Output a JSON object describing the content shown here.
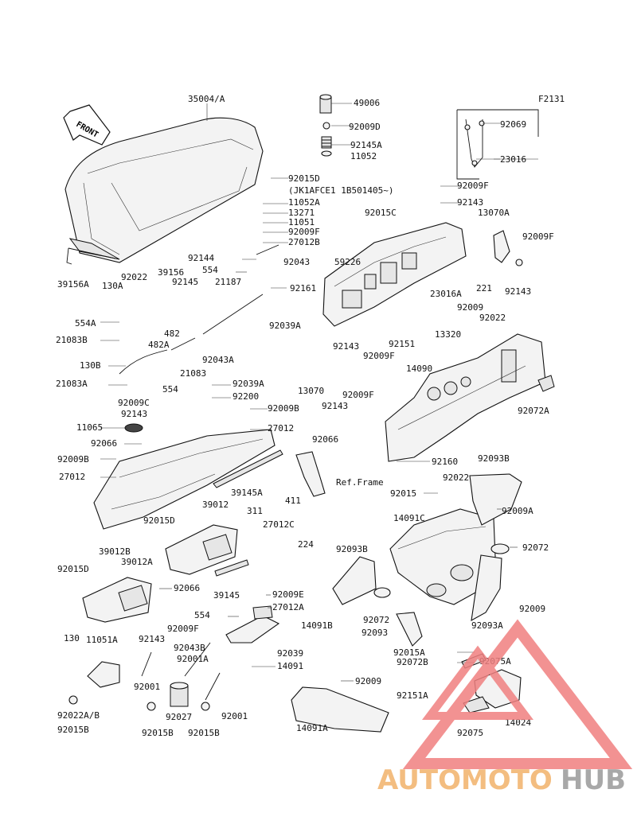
{
  "diagram": {
    "code": "F2131",
    "front_label": "FRONT",
    "callouts": {
      "35004_A": "35004/A",
      "49006": "49006",
      "92009D": "92009D",
      "92145A_top": "92145A",
      "11052": "11052",
      "92069": "92069",
      "23016": "23016",
      "92015D_top": "92015D",
      "serial_note": "(JK1AFCE1 1B501405~)",
      "11052A": "11052A",
      "13271": "13271",
      "11051": "11051",
      "92009F_a": "92009F",
      "27012B": "27012B",
      "92009F_b": "92009F",
      "92143_a": "92143",
      "92015C": "92015C",
      "13070A": "13070A",
      "92009F_c": "92009F",
      "39156A": "39156A",
      "130A": "130A",
      "92022_a": "92022",
      "39156": "39156",
      "92145": "92145",
      "21187": "21187",
      "92144": "92144",
      "92043": "92043",
      "554_a": "554",
      "59226": "59226",
      "23016A": "23016A",
      "221": "221",
      "92143_b": "92143",
      "92161": "92161",
      "554A": "554A",
      "21083B": "21083B",
      "482": "482",
      "482A": "482A",
      "92043A": "92043A",
      "92039A": "92039A",
      "92009_a": "92009",
      "92022_b": "92022",
      "13320": "13320",
      "92151": "92151",
      "92143_c": "92143",
      "92009F_d": "92009F",
      "130B": "130B",
      "21083A": "21083A",
      "21083": "21083",
      "554_b": "554",
      "13070": "13070",
      "92009F_e": "92009F",
      "92143_d": "92143",
      "14090": "14090",
      "92072A": "92072A",
      "92039A_b": "92039A",
      "92200": "92200",
      "92009C": "92009C",
      "92143_e": "92143",
      "92009B_a": "92009B",
      "11065": "11065",
      "27012_a": "27012",
      "92066_a": "92066",
      "92066_b": "92066",
      "92009B_b": "92009B",
      "27012_b": "27012",
      "39145A": "39145A",
      "ref_frame": "Ref.Frame",
      "411": "411",
      "92160": "92160",
      "92093B_a": "92093B",
      "92022_c": "92022",
      "92015": "92015",
      "92009A": "92009A",
      "14091C": "14091C",
      "92072": "92072",
      "39012": "39012",
      "311": "311",
      "27012C": "27012C",
      "224": "224",
      "92015D_b": "92015D",
      "39012B": "39012B",
      "92093B_b": "92093B",
      "92015D_c": "92015D",
      "39012A": "39012A",
      "92066_c": "92066",
      "39145": "39145",
      "92009E": "92009E",
      "27012A": "27012A",
      "554_c": "554",
      "92072_b": "92072",
      "14091B": "14091B",
      "92093": "92093",
      "92009_b": "92009",
      "92093A": "92093A",
      "92143_f": "92143",
      "92009F_f": "92009F",
      "92043B": "92043B",
      "130": "130",
      "11051A": "11051A",
      "92001A": "92001A",
      "92039": "92039",
      "14091": "14091",
      "92015A": "92015A",
      "92072B": "92072B",
      "92075A": "92075A",
      "92001_a": "92001",
      "92009_c": "92009",
      "92151A": "92151A",
      "92022AB": "92022A/B",
      "92027": "92027",
      "92001_b": "92001",
      "14024": "14024",
      "92015B_a": "92015B",
      "92015B_b": "92015B",
      "92015B_c": "92015B",
      "14091A": "14091A",
      "92075": "92075"
    }
  },
  "watermark": {
    "part1": "AUTOMOTO",
    "part2": "HUB",
    "color1": "#f2b26b",
    "color2": "#9a9a9a",
    "triangle_color": "#f08080"
  }
}
